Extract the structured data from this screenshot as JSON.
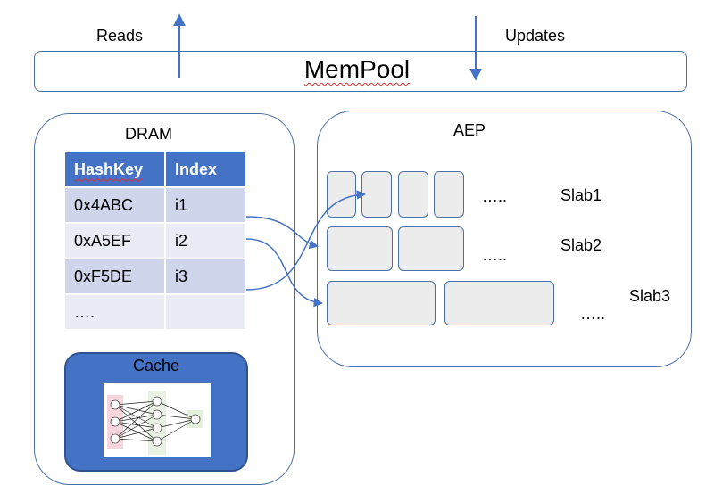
{
  "top": {
    "reads_label": "Reads",
    "updates_label": "Updates"
  },
  "mempool": {
    "title": "MemPool"
  },
  "dram": {
    "title": "DRAM",
    "table": {
      "headers": [
        "HashKey",
        "Index"
      ],
      "rows": [
        [
          "0x4ABC",
          "i1"
        ],
        [
          "0xA5EF",
          "i2"
        ],
        [
          "0xF5DE",
          "i3"
        ],
        [
          "….",
          ""
        ]
      ]
    },
    "cache": {
      "title": "Cache"
    }
  },
  "aep": {
    "title": "AEP",
    "slabs": [
      {
        "label": "Slab1",
        "ellipsis": "….."
      },
      {
        "label": "Slab2",
        "ellipsis": "….."
      },
      {
        "label": "Slab3",
        "ellipsis": "….."
      }
    ]
  },
  "colors": {
    "accent": "#4472c4",
    "border": "#4a6fa5",
    "row_odd": "#cfd5ea",
    "row_even": "#e9ebf5"
  }
}
